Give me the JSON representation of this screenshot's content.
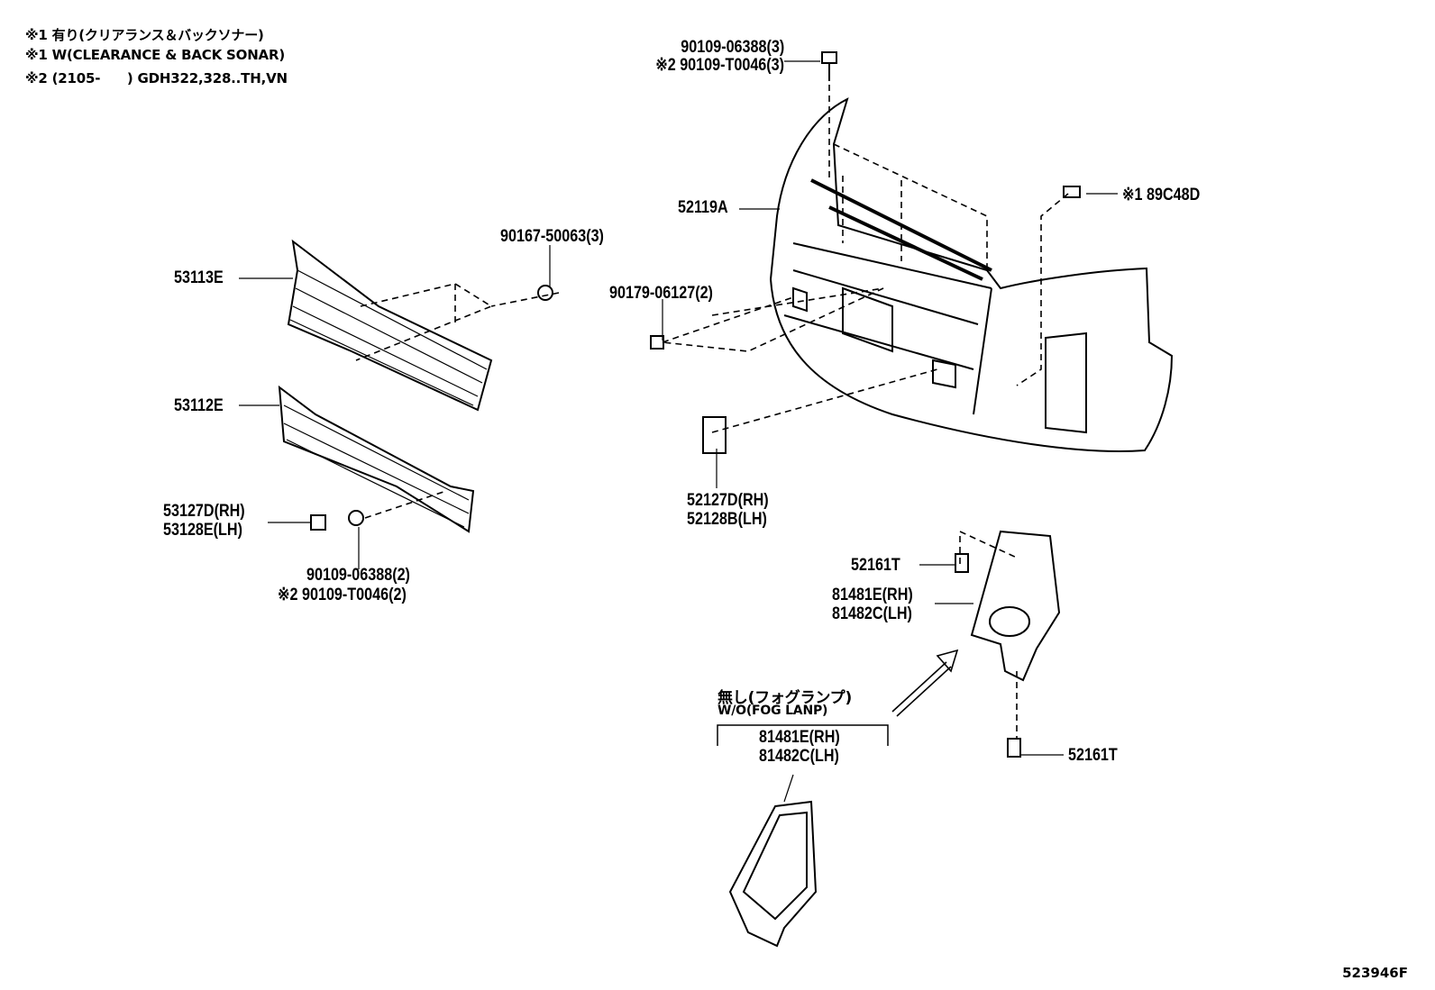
{
  "notes": [
    "※1 有り(クリアランス＆バックソナー)",
    "※1 W(CLEARANCE & BACK SONAR)",
    "※2 (2105-　　) GDH322,328..TH,VN"
  ],
  "parts": {
    "bolt_top_1": "90109-06388(3)",
    "bolt_top_2": "※2 90109-T0046(3)",
    "bumper": "52119A",
    "sensor": "※1 89C48D",
    "clip_upper_grille": "90167-50063(3)",
    "upper_grille": "53113E",
    "clip_bumper": "90179-06127(2)",
    "lower_grille": "53112E",
    "retainer_rh": "53127D(RH)",
    "retainer_lh": "53128E(LH)",
    "bolt_lower_1": "90109-06388(2)",
    "bolt_lower_2": "※2 90109-T0046(2)",
    "cover_rh": "52127D(RH)",
    "cover_lh": "52128B(LH)",
    "clip_fog_upper": "52161T",
    "fog_cover_rh": "81481E(RH)",
    "fog_cover_lh": "81482C(LH)",
    "clip_fog_lower": "52161T",
    "wo_fog_jp": "無し(フォグランプ)",
    "wo_fog_en": "W/O(FOG LANP)",
    "wo_fog_cover_rh": "81481E(RH)",
    "wo_fog_cover_lh": "81482C(LH)"
  },
  "illustration_code": "523946F"
}
